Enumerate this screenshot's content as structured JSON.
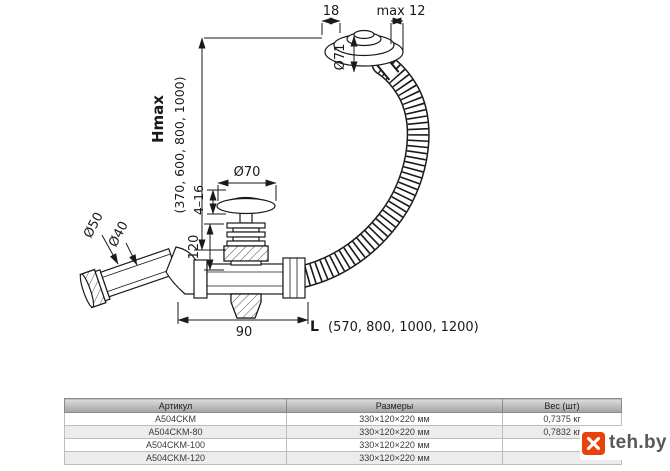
{
  "drawing": {
    "labels": {
      "top_width": "18",
      "top_overhang": "max 12",
      "cap_diameter": "Ø71",
      "hmax_label": "Hmax",
      "hmax_values": "(370, 600, 800, 1000)",
      "plug_diameter": "Ø70",
      "adjust_range": "4–16",
      "pipe_outer_diameter": "Ø50",
      "pipe_inner_diameter": "Ø40",
      "body_height": "120",
      "base_width": "90",
      "length_label": "L",
      "length_values": "(570, 800, 1000, 1200)"
    }
  },
  "table": {
    "headers": [
      "Артикул",
      "Размеры",
      "Вес (шт)"
    ],
    "rows": [
      [
        "A504CKM",
        "330×120×220 мм",
        "0,7375 кг"
      ],
      [
        "A504CKM-80",
        "330×120×220 мм",
        "0,7832 кг"
      ],
      [
        "A504CKM-100",
        "330×120×220 мм",
        ""
      ],
      [
        "A504CKM-120",
        "330×120×220 мм",
        ""
      ]
    ]
  },
  "watermark": {
    "text": "teh.by",
    "accent_color": "#e8430b"
  }
}
